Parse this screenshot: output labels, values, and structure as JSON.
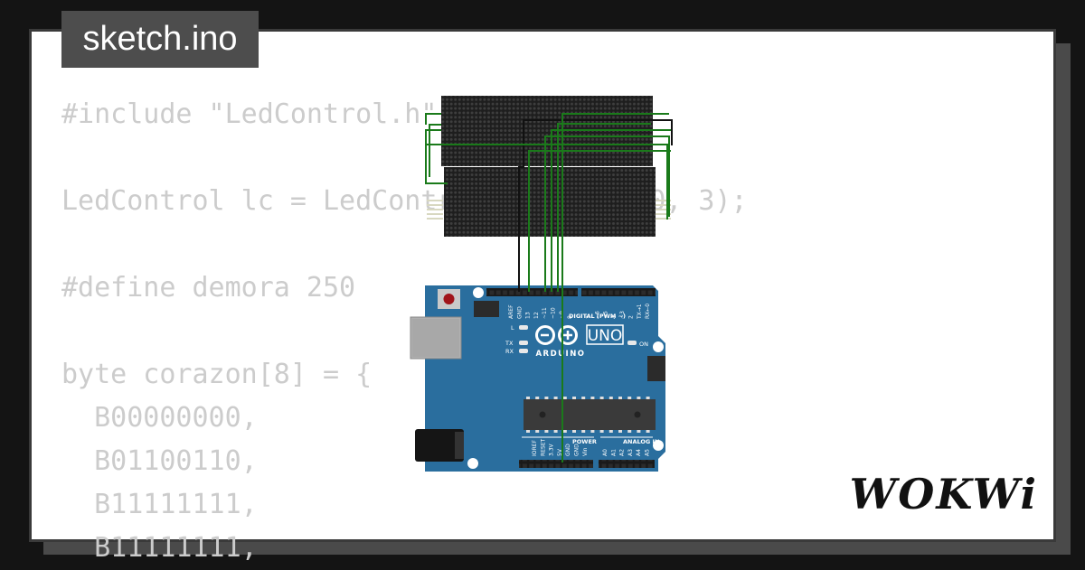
{
  "file_tab": {
    "title": "sketch.ino"
  },
  "code_lines": [
    "#include \"LedControl.h\"",
    "",
    "LedControl lc = LedControl(12, 11, 10, 3);",
    "",
    "#define demora 250",
    "",
    "byte corazon[8] = {",
    "  B00000000,",
    "  B01100110,",
    "  B11111111,",
    "  B11111111,"
  ],
  "board": {
    "name_label": "UNO",
    "brand_label": "ARDUINO",
    "digital_label": "DIGITAL (PWM ~)",
    "power_label": "POWER",
    "analog_label": "ANALOG IN",
    "on_label": "ON",
    "l_label": "L",
    "tx_label": "TX",
    "rx_label": "RX",
    "top_pin_labels": [
      "AREF",
      "GND",
      "13",
      "12",
      "~11",
      "~10",
      "~9",
      "8",
      "7",
      "~6",
      "~5",
      "4",
      "~3",
      "2",
      "TX→1",
      "RX←0"
    ],
    "power_pin_labels": [
      "IOREF",
      "RESET",
      "3.3V",
      "5V",
      "GND",
      "GND",
      "Vin"
    ],
    "analog_pin_labels": [
      "A0",
      "A1",
      "A2",
      "A3",
      "A4",
      "A5"
    ]
  },
  "logo": {
    "text": "WOKWi"
  },
  "colors": {
    "board_blue": "#2a6e9e",
    "wire_green": "#1a7a1a",
    "wire_black": "#111111",
    "matrix_bg": "#1e1e1e",
    "matrix_dot": "#3a3a3a",
    "code_text": "#cccccc"
  }
}
